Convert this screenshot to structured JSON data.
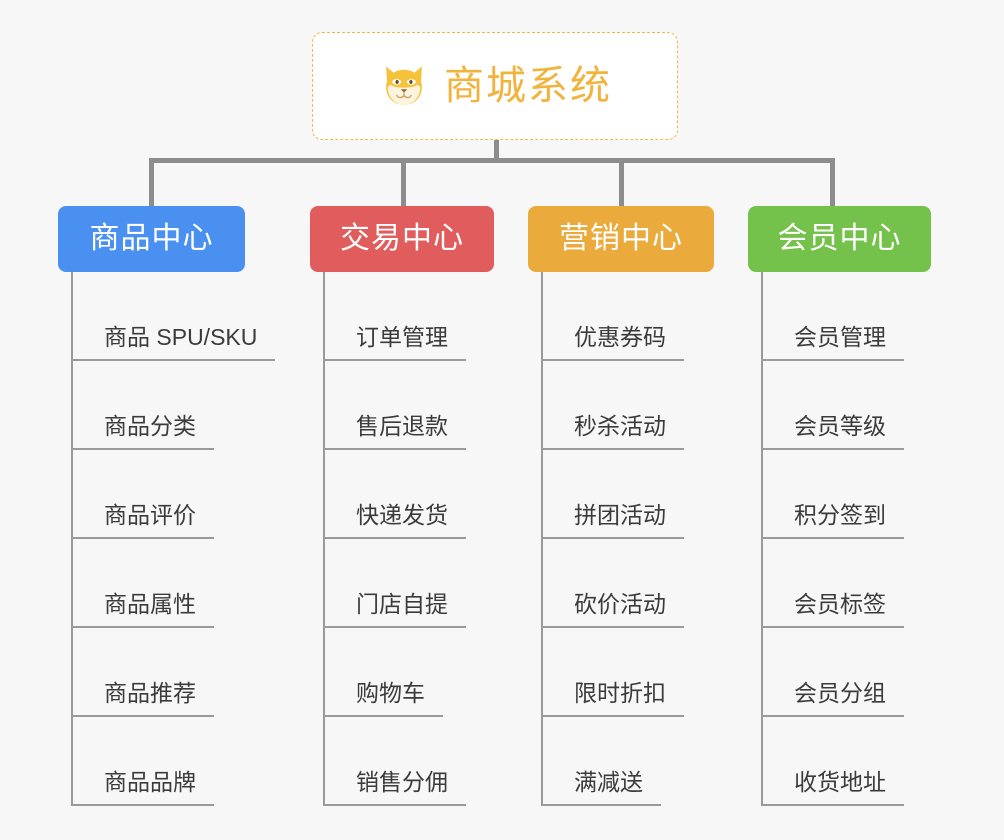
{
  "page": {
    "background_color": "#f7f7f7",
    "type": "mindmap"
  },
  "root": {
    "title": "商城系统",
    "icon": "shiba-dog-icon",
    "text_color": "#f2b33d",
    "border_color": "#f0b84a",
    "background_color": "#ffffff"
  },
  "connector": {
    "color": "#8d8d8d"
  },
  "categories": [
    {
      "label": "商品中心",
      "color": "#4a90f0",
      "items": [
        {
          "label": "商品 SPU/SKU"
        },
        {
          "label": "商品分类"
        },
        {
          "label": "商品评价"
        },
        {
          "label": "商品属性"
        },
        {
          "label": "商品推荐"
        },
        {
          "label": "商品品牌"
        }
      ]
    },
    {
      "label": "交易中心",
      "color": "#e15c5c",
      "items": [
        {
          "label": "订单管理"
        },
        {
          "label": "售后退款"
        },
        {
          "label": "快递发货"
        },
        {
          "label": "门店自提"
        },
        {
          "label": "购物车"
        },
        {
          "label": "销售分佣"
        }
      ]
    },
    {
      "label": "营销中心",
      "color": "#eaaa3c",
      "items": [
        {
          "label": "优惠券码"
        },
        {
          "label": "秒杀活动"
        },
        {
          "label": "拼团活动"
        },
        {
          "label": "砍价活动"
        },
        {
          "label": "限时折扣"
        },
        {
          "label": "满减送"
        }
      ]
    },
    {
      "label": "会员中心",
      "color": "#74c14b",
      "items": [
        {
          "label": "会员管理"
        },
        {
          "label": "会员等级"
        },
        {
          "label": "积分签到"
        },
        {
          "label": "会员标签"
        },
        {
          "label": "会员分组"
        },
        {
          "label": "收货地址"
        }
      ]
    }
  ]
}
